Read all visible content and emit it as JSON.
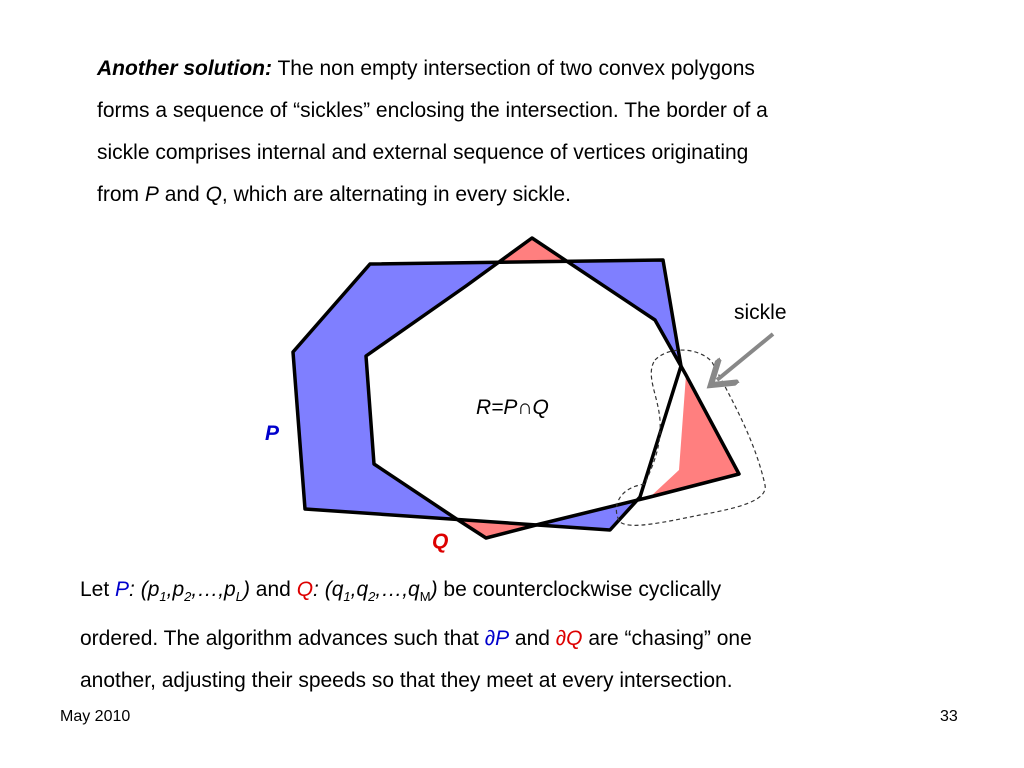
{
  "intro": {
    "lead": "Another solution:",
    "l1": " The non empty intersection of two convex polygons",
    "l2": "forms a sequence of “sickles” enclosing the intersection. The border of a",
    "l3": "sickle comprises internal and external  sequence of vertices originating",
    "l4a": "from ",
    "p": "P",
    "and": " and ",
    "q": "Q",
    "l4b": ", which are alternating in every sickle."
  },
  "figure": {
    "label_p": "P",
    "label_q": "Q",
    "label_r": "R=P∩Q",
    "label_sickle": "sickle",
    "colors": {
      "p_fill": "#7f7fff",
      "q_fill": "#ff7f7f",
      "outline": "#000000",
      "arrow": "#888888"
    }
  },
  "bottom": {
    "let": "Let ",
    "p": "P",
    "p_open": ": (p",
    "s1": "1",
    "c1": ",p",
    "s2": "2",
    "dots1": ",…,p",
    "sL": "L",
    "close1": ")",
    "and1": " and ",
    "q": "Q",
    "q_open": ": (q",
    "t1": "1",
    "c2": ",q",
    "t2": "2",
    "dots2": ",…,q",
    "tM": "M",
    "close2": ")",
    "rest1": " be counterclockwise cyclically",
    "l2a": "ordered. The algorithm advances such that ",
    "dp": "∂P",
    "and2": " and ",
    "dq": "∂Q",
    "l2b": " are “chasing” one",
    "l3": "another, adjusting their speeds so that they meet at every intersection."
  },
  "footer": {
    "date": "May 2010",
    "page": "33"
  }
}
